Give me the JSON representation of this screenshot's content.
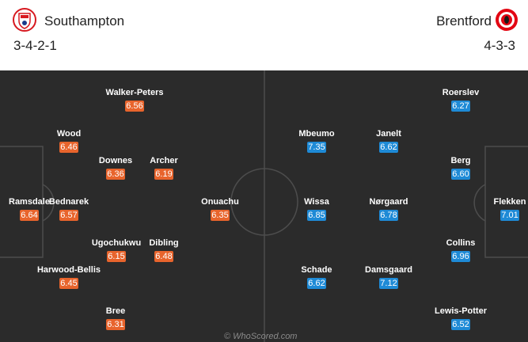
{
  "home": {
    "name": "Southampton",
    "formation": "3-4-2-1",
    "crest_color": "#d71920",
    "players": [
      {
        "name": "Walker-Peters",
        "rating": "6.56"
      },
      {
        "name": "Wood",
        "rating": "6.46"
      },
      {
        "name": "Downes",
        "rating": "6.36"
      },
      {
        "name": "Archer",
        "rating": "6.19"
      },
      {
        "name": "Ramsdale",
        "rating": "6.64"
      },
      {
        "name": "Bednarek",
        "rating": "6.57"
      },
      {
        "name": "Onuachu",
        "rating": "6.35"
      },
      {
        "name": "Ugochukwu",
        "rating": "6.15"
      },
      {
        "name": "Dibling",
        "rating": "6.48"
      },
      {
        "name": "Harwood-Bellis",
        "rating": "6.45"
      },
      {
        "name": "Bree",
        "rating": "6.31"
      }
    ]
  },
  "away": {
    "name": "Brentford",
    "formation": "4-3-3",
    "crest_color": "#e30613",
    "players": [
      {
        "name": "Roerslev",
        "rating": "6.27"
      },
      {
        "name": "Mbeumo",
        "rating": "7.35"
      },
      {
        "name": "Janelt",
        "rating": "6.62"
      },
      {
        "name": "Berg",
        "rating": "6.60"
      },
      {
        "name": "Wissa",
        "rating": "6.85"
      },
      {
        "name": "Nørgaard",
        "rating": "6.78"
      },
      {
        "name": "Flekken",
        "rating": "7.01"
      },
      {
        "name": "Collins",
        "rating": "6.96"
      },
      {
        "name": "Schade",
        "rating": "6.62"
      },
      {
        "name": "Damsgaard",
        "rating": "7.12"
      },
      {
        "name": "Lewis-Potter",
        "rating": "6.52"
      }
    ]
  },
  "colors": {
    "home_rating": "#e8642c",
    "away_rating": "#1e8ad6",
    "pitch": "#2b2b2b"
  },
  "watermark": "© WhoScored.com"
}
